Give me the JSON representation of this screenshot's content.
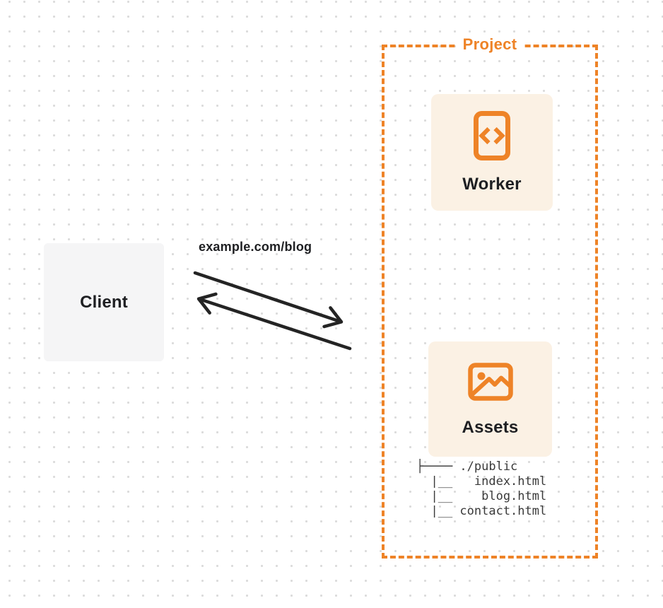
{
  "diagram": {
    "client": {
      "label": "Client"
    },
    "request_label": "example.com/blog",
    "arrows": [
      {
        "name": "request-arrow",
        "direction": "client-to-project"
      },
      {
        "name": "response-arrow",
        "direction": "project-to-client"
      }
    ],
    "project": {
      "label": "Project",
      "worker": {
        "label": "Worker",
        "icon": "code-file-icon"
      },
      "assets": {
        "label": "Assets",
        "icon": "image-icon"
      },
      "file_tree": [
        "├──── ./public",
        "  |__   index.html",
        "  |__    blog.html",
        "  |__ contact.html"
      ]
    },
    "colors": {
      "orange": "#EE8327",
      "card_bg": "#FBF1E4",
      "client_bg": "#F5F5F6",
      "ink": "#1E1F22",
      "arrow": "#242424",
      "tree_ink": "#3A3A3A",
      "dot": "#DBDBDB",
      "page_bg": "#FFFFFF"
    }
  }
}
